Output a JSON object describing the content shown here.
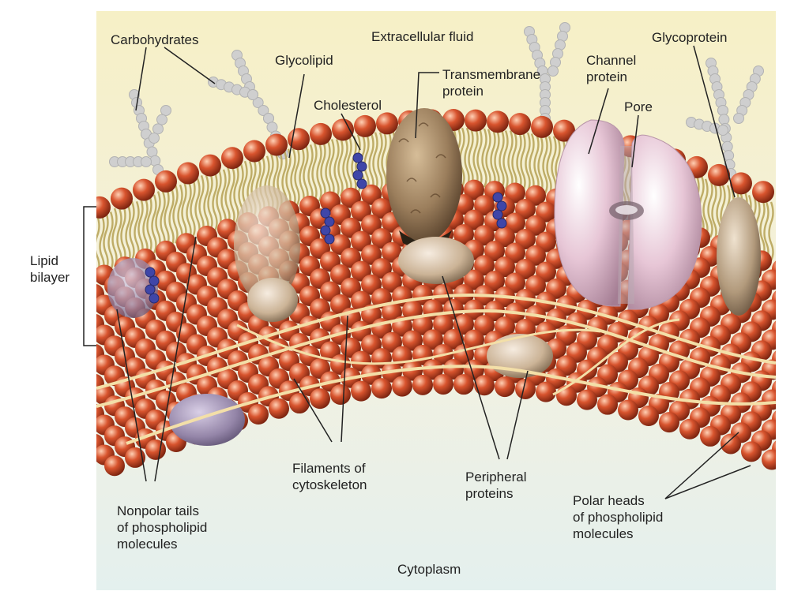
{
  "labels": {
    "carbohydrates": "Carbohydrates",
    "extracellular_fluid": "Extracellular fluid",
    "glycoprotein": "Glycoprotein",
    "glycolipid": "Glycolipid",
    "transmembrane_protein": "Transmembrane\nprotein",
    "channel_protein": "Channel\nprotein",
    "cholesterol": "Cholesterol",
    "pore": "Pore",
    "lipid_bilayer": "Lipid\nbilayer",
    "filaments_of_cytoskeleton": "Filaments of\ncytoskeleton",
    "peripheral_proteins": "Peripheral\nproteins",
    "nonpolar_tails": "Nonpolar tails\nof phospholipid\nmolecules",
    "polar_heads": "Polar heads\nof phospholipid\nmolecules",
    "cytoplasm": "Cytoplasm"
  },
  "colors": {
    "extracellular_background": "#f6f0c6",
    "cytoplasm_background": "#e4f0ee",
    "phospholipid_head": "#d8542e",
    "phospholipid_tail": "#b8a45a",
    "cholesterol": "#3f46a8",
    "carbohydrate_chain": "#cfcfcf",
    "channel_protein": "#e7c6d6",
    "transmembrane_protein": "#9b7e5c",
    "cytoskeleton_filament": "#f3dfa8",
    "leader_line": "#222222"
  }
}
